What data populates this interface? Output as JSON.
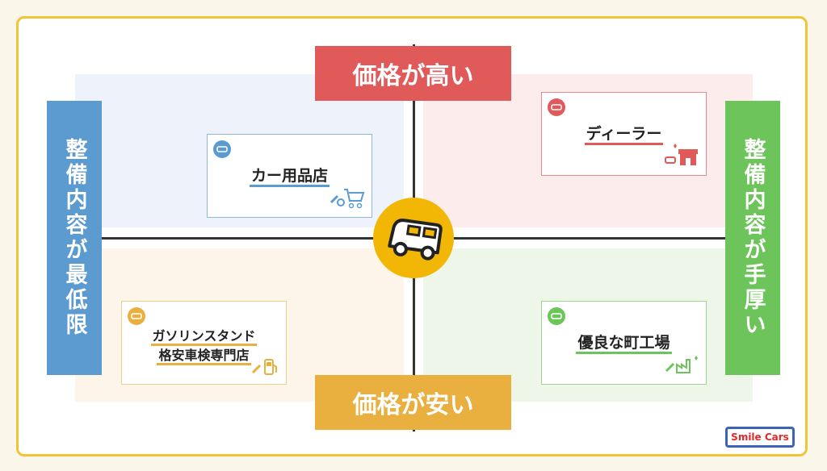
{
  "axes": {
    "top": "価格が高い",
    "bottom": "価格が安い",
    "left": "整備内容が最低限",
    "right": "整備内容が手厚い"
  },
  "cards": [
    {
      "title": "カー用品店",
      "color": "#5b9bd0"
    },
    {
      "title": "ディーラー",
      "color": "#e05a5a"
    },
    {
      "title": "ガソリンスタンド",
      "title2": "格安車検専門店",
      "color": "#e9b040"
    },
    {
      "title": "優良な町工場",
      "color": "#6cc45a"
    }
  ],
  "logo": "Smile Cars",
  "colors": {
    "top": "#e05a5a",
    "bottom": "#e9b040",
    "left": "#5b9bd0",
    "right": "#6cc45a",
    "center": "#f2b705"
  }
}
